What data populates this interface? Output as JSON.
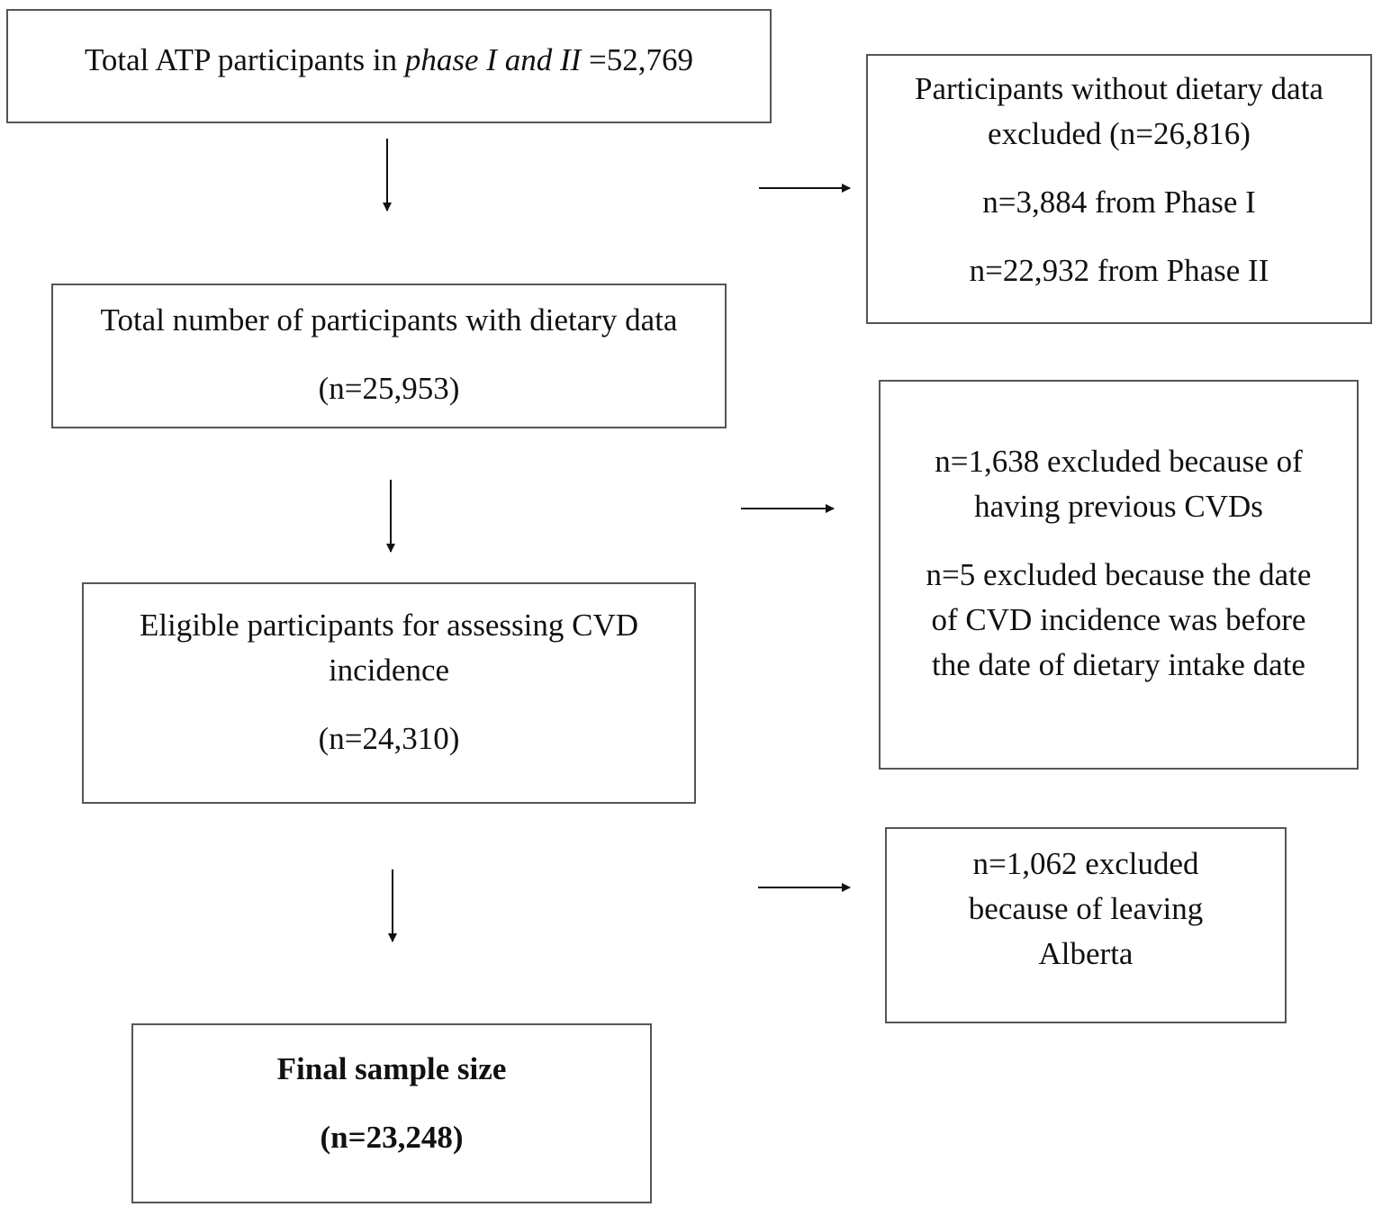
{
  "flowchart": {
    "box_total": {
      "prefix": "Total ATP participants in ",
      "italic": "phase I and II",
      "suffix": " =52,769"
    },
    "box_dietary": {
      "line1": "Total number of participants with dietary data",
      "line2": "(n=25,953)"
    },
    "box_eligible": {
      "line1": "Eligible participants for assessing CVD",
      "line2": "incidence",
      "line3": "(n=24,310)"
    },
    "box_final": {
      "line1": "Final sample size",
      "line2": "(n=23,248)"
    },
    "excl_dietary": {
      "line1": "Participants without dietary data",
      "line2": "excluded (n=26,816)",
      "line3": "n=3,884 from Phase I",
      "line4": "n=22,932 from Phase II"
    },
    "excl_cvd": {
      "line1": "n=1,638 excluded because of",
      "line2": "having previous CVDs",
      "line3": "n=5 excluded because the date",
      "line4": "of CVD incidence was before",
      "line5": "the date of dietary intake date"
    },
    "excl_alberta": {
      "line1": "n=1,062 excluded",
      "line2": "because of leaving",
      "line3": "Alberta"
    }
  }
}
